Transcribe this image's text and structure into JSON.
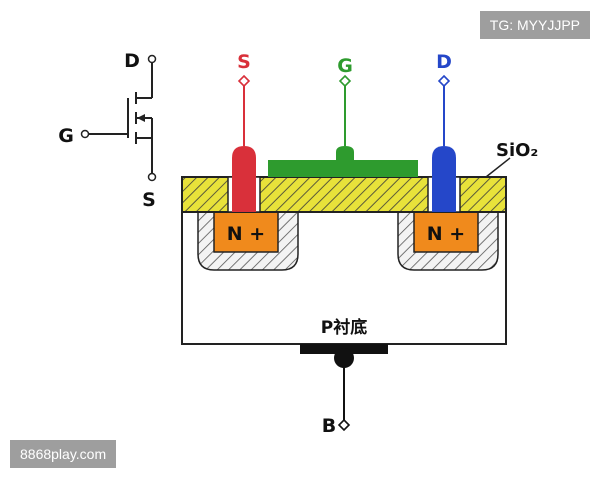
{
  "symbol": {
    "drain_label": "D",
    "gate_label": "G",
    "source_label": "S"
  },
  "terminals": {
    "source": {
      "label": "S",
      "color": "#d9303a"
    },
    "gate": {
      "label": "G",
      "color": "#2e9b2e"
    },
    "drain": {
      "label": "D",
      "color": "#2547c9"
    },
    "body": {
      "label": "B",
      "color": "#111111"
    }
  },
  "layers": {
    "oxide_label": "SiO₂",
    "oxide_color": "#e8e23a",
    "left_region_label": "N +",
    "right_region_label": "N +",
    "region_color": "#f08a1c",
    "substrate_label": "P衬底"
  },
  "watermarks": {
    "top_right": "TG: MYYJJPP",
    "bottom_left": "8868play.com"
  }
}
